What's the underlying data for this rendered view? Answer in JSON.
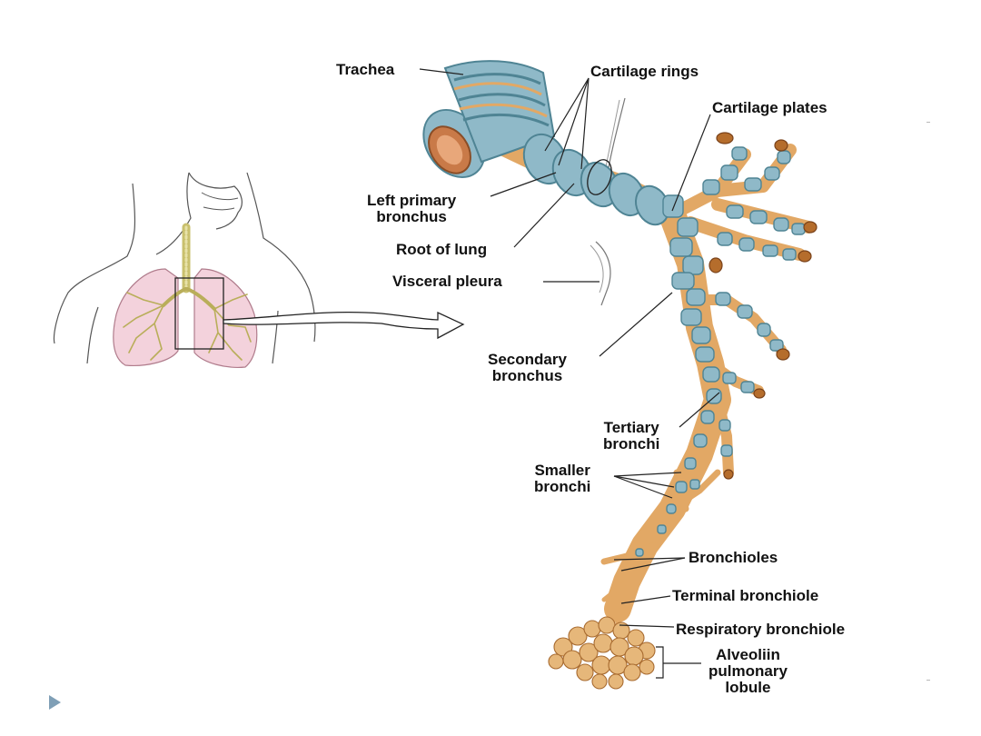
{
  "diagram": {
    "labels": {
      "trachea": "Trachea",
      "cartilage_rings": "Cartilage rings",
      "cartilage_plates": "Cartilage plates",
      "left_primary_bronchus": [
        "Left primary",
        "bronchus"
      ],
      "root_of_lung": "Root of lung",
      "visceral_pleura": "Visceral pleura",
      "secondary_bronchus": [
        "Secondary",
        "bronchus"
      ],
      "tertiary_bronchi": [
        "Tertiary",
        "bronchi"
      ],
      "smaller_bronchi": [
        "Smaller",
        "bronchi"
      ],
      "bronchioles": "Bronchioles",
      "terminal_bronchiole": "Terminal bronchiole",
      "respiratory_bronchiole": "Respiratory bronchiole",
      "alveoli": [
        "Alveoliin",
        "pulmonary",
        "lobule"
      ]
    },
    "colors": {
      "cartilage": "#8fb9c8",
      "cartilage_dark": "#4f8494",
      "airway": "#e2a865",
      "airway_dark": "#b56d2c",
      "lung": "#f3d2dc",
      "lung_outline": "#b07c8c",
      "bronchial_tree": "#b9ae5a",
      "body_outline": "#555555"
    }
  },
  "controls": {
    "next_slide_icon": "triangle-right-icon"
  }
}
